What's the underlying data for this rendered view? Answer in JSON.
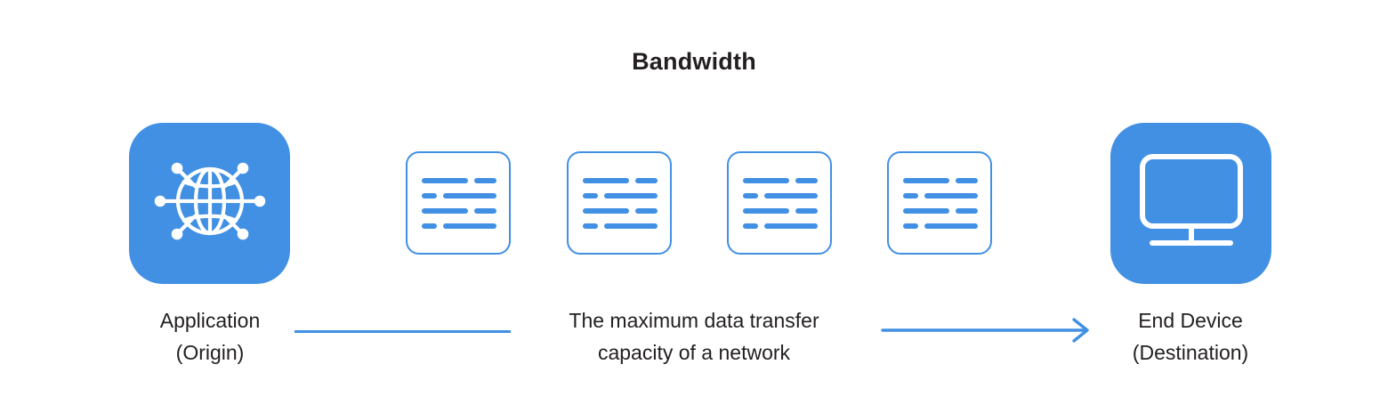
{
  "title": "Bandwidth",
  "colors": {
    "accent_blue": "#4190e4",
    "text_dark": "#231f20",
    "background": "#ffffff",
    "icon_white": "#ffffff"
  },
  "nodes": {
    "origin": {
      "icon": "globe-network-icon",
      "label_line1": "Application",
      "label_line2": "(Origin)"
    },
    "destination": {
      "icon": "monitor-desktop-icon",
      "label_line1": "End Device",
      "label_line2": "(Destination)"
    }
  },
  "caption": {
    "line1": "The maximum data transfer",
    "line2": "capacity of a network"
  },
  "packets": [
    {
      "name": "data-packet-1"
    },
    {
      "name": "data-packet-2"
    },
    {
      "name": "data-packet-3"
    },
    {
      "name": "data-packet-4"
    }
  ],
  "connectors": {
    "left": {
      "type": "line",
      "arrowhead": false
    },
    "right": {
      "type": "arrow",
      "arrowhead": true,
      "direction": "right"
    }
  }
}
